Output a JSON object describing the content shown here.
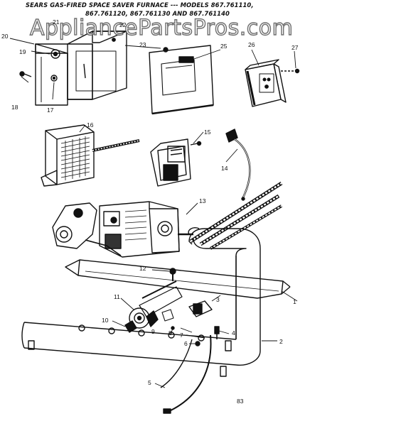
{
  "header": {
    "line1": "SEARS GAS-FIRED SPACE SAVER FURNACE --- MODELS 867.761110,",
    "line2": "867.761120, 867.761130 AND 867.761140"
  },
  "watermark": "AppliancePartsPros.com",
  "part_numbers": [
    "20",
    "21",
    "22",
    "19",
    "23",
    "25",
    "26",
    "27",
    "18",
    "17",
    "16",
    "15",
    "14",
    "13",
    "12",
    "1",
    "11",
    "3",
    "10",
    "9",
    "8",
    "7",
    "4",
    "6",
    "2",
    "5"
  ],
  "diagram_number": "83",
  "colors": {
    "ink": "#111111",
    "background": "#ffffff"
  }
}
